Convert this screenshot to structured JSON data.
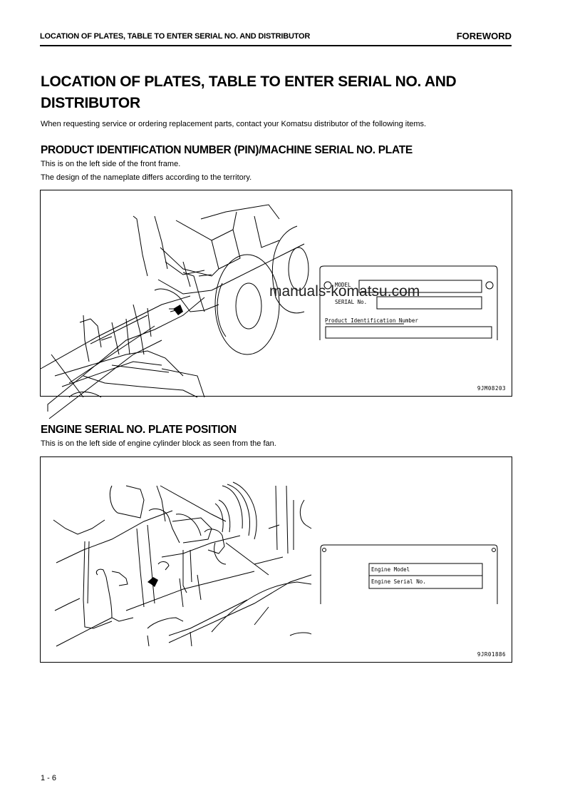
{
  "header": {
    "running_title": "LOCATION OF PLATES, TABLE TO ENTER SERIAL NO. AND DISTRIBUTOR",
    "section": "FOREWORD"
  },
  "page": {
    "title_line1": "LOCATION OF PLATES, TABLE TO ENTER SERIAL NO. AND",
    "title_line2": "DISTRIBUTOR",
    "intro": "When requesting service or ordering replacement parts, contact your Komatsu distributor of the following items.",
    "page_number": "1 - 6"
  },
  "sections": [
    {
      "heading": "PRODUCT IDENTIFICATION NUMBER (PIN)/MACHINE SERIAL NO. PLATE",
      "lines": [
        "This is on the left side of the front frame.",
        "The design of the nameplate differs according to the territory."
      ],
      "figure": {
        "id": "9JM08203",
        "illustration": "wheel-loader-front-frame",
        "plate": {
          "model_label": "MODEL",
          "serial_label": "SERIAL No.",
          "pin_label": "Product Identification Number"
        }
      }
    },
    {
      "heading": "ENGINE SERIAL NO. PLATE POSITION",
      "lines": [
        "This is on the left side of engine cylinder block as seen from the fan."
      ],
      "figure": {
        "id": "9JR01886",
        "illustration": "engine-cylinder-block",
        "plate": {
          "engine_model_label": "Engine Model",
          "engine_serial_label": "Engine Serial No."
        }
      }
    }
  ],
  "watermark": "manuals-komatsu.com"
}
